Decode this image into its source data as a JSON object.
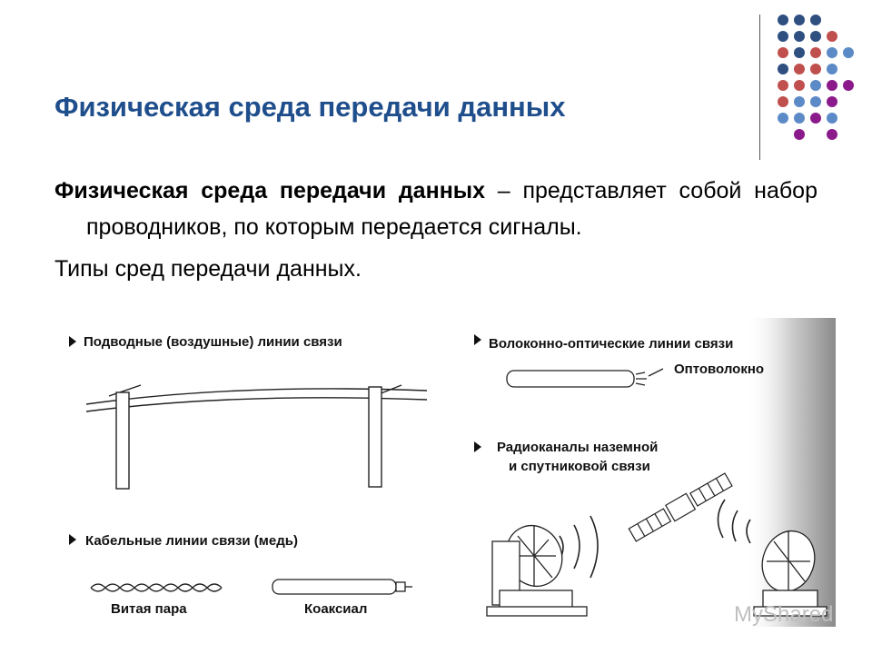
{
  "slide": {
    "title": "Физическая среда передачи данных",
    "definition_term": "Физическая среда передачи данных",
    "definition_rest": " – представляет собой набор проводников, по которым передается сигналы.",
    "types_heading": "Типы сред передачи данных."
  },
  "figure": {
    "overhead_label": "Подводные (воздушные) линии связи",
    "cable_label": "Кабельные линии связи (медь)",
    "twisted_pair_label": "Витая пара",
    "coax_label": "Коаксиал",
    "fiber_label": "Волоконно-оптические линии связи",
    "fiber_callout": "Оптоволокно",
    "radio_label_line1": "Радиоканалы наземной",
    "radio_label_line2": "и спутниковой связи",
    "watermark": "MyShared"
  },
  "colors": {
    "title": "#1f4e8c",
    "dot_blue_dark": "#2e4f80",
    "dot_red": "#c0504d",
    "dot_blue_light": "#5b8ac6",
    "dot_purple": "#8b1a8b"
  }
}
